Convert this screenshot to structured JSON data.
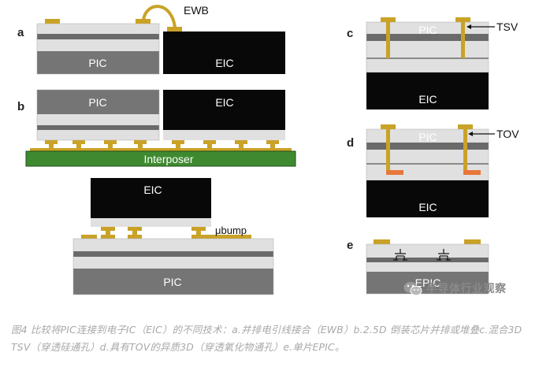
{
  "panels": {
    "a": {
      "label": "a",
      "left_chip": "PIC",
      "right_chip": "EIC",
      "bond": "EWB"
    },
    "b": {
      "label": "b",
      "left_chip": "PIC",
      "right_chip": "EIC",
      "interposer": "Interposer"
    },
    "b_stack": {
      "top_chip": "EIC",
      "bottom_chip": "PIC",
      "bump": "μbump"
    },
    "c": {
      "label": "c",
      "top": "PIC",
      "bottom": "EIC",
      "via": "TSV"
    },
    "d": {
      "label": "d",
      "top": "PIC",
      "bottom": "EIC",
      "via": "TOV"
    },
    "e": {
      "label": "e",
      "chip": "EPIC"
    }
  },
  "watermark": "半导体行业观察",
  "caption": "图4 比较将PIC连接到电子IC（EIC）的不同技术：a.并排电引线接合（EWB）b.2.5D 倒装芯片并排或堆叠c.混合3D TSV（穿透硅通孔）d.具有TOV的异质3D（穿透氧化物通孔）e.单片EPIC。",
  "colors": {
    "gold": "#c9a227",
    "die_dark": "#080808",
    "oxide": "#e0e0e0",
    "waveguide": "#6a6a6a",
    "substrate": "#757575",
    "interposer": "#3f8a30",
    "pad_orange": "#e8773a"
  }
}
